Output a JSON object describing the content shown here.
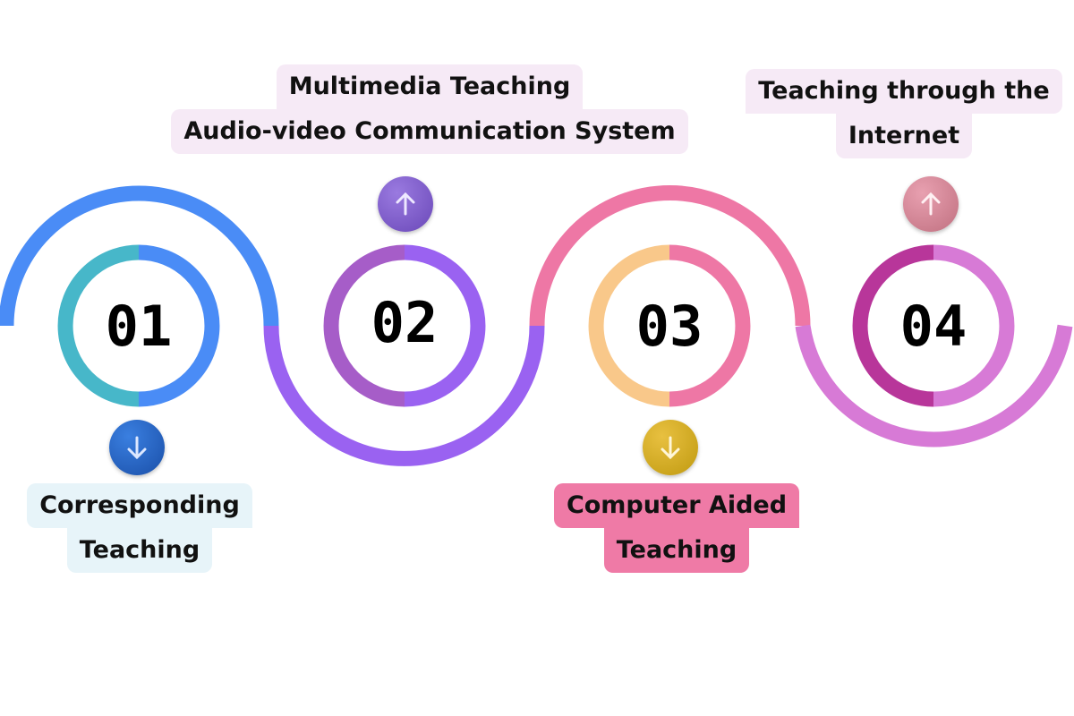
{
  "steps": [
    {
      "number": "01",
      "label_lines": [
        "Corresponding",
        "Teaching"
      ],
      "arrow": "arrow-down-icon"
    },
    {
      "number": "02",
      "label_lines": [
        "Multimedia Teaching",
        "Audio-video Communication System"
      ],
      "arrow": "arrow-up-icon"
    },
    {
      "number": "03",
      "label_lines": [
        "Computer Aided",
        "Teaching"
      ],
      "arrow": "arrow-down-icon"
    },
    {
      "number": "04",
      "label_lines": [
        "Teaching through the",
        "Internet"
      ],
      "arrow": "arrow-up-icon"
    }
  ],
  "colors": {
    "blue": "#4a8cf6",
    "teal": "#47b7c9",
    "purple": "#9a62f1",
    "violet": "#a65dc8",
    "pink": "#ee77a5",
    "peach": "#f9c88a",
    "orchid": "#d77ad6",
    "magenta": "#b8369a",
    "label_blue": "#e7f4f9",
    "label_lavender": "#f6eaf6",
    "label_pink": "#ef7aa6"
  }
}
